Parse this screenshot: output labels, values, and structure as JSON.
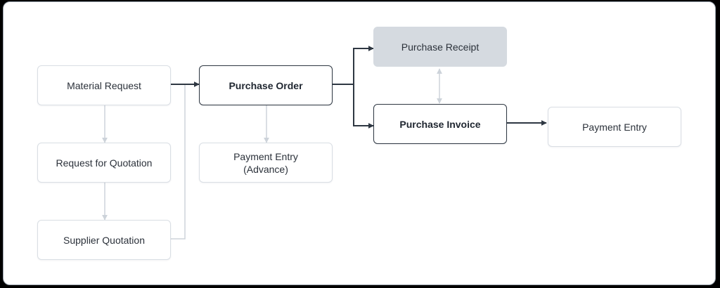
{
  "diagram": {
    "nodes": {
      "material_request": "Material Request",
      "request_for_quotation": "Request for Quotation",
      "supplier_quotation": "Supplier Quotation",
      "purchase_order": "Purchase Order",
      "payment_entry_advance": "Payment Entry\n(Advance)",
      "purchase_receipt": "Purchase Receipt",
      "purchase_invoice": "Purchase Invoice",
      "payment_entry": "Payment Entry"
    },
    "colors": {
      "primary_connector": "#2e3742",
      "secondary_connector": "#cdd3da",
      "receipt_fill": "#d5dae0"
    }
  }
}
